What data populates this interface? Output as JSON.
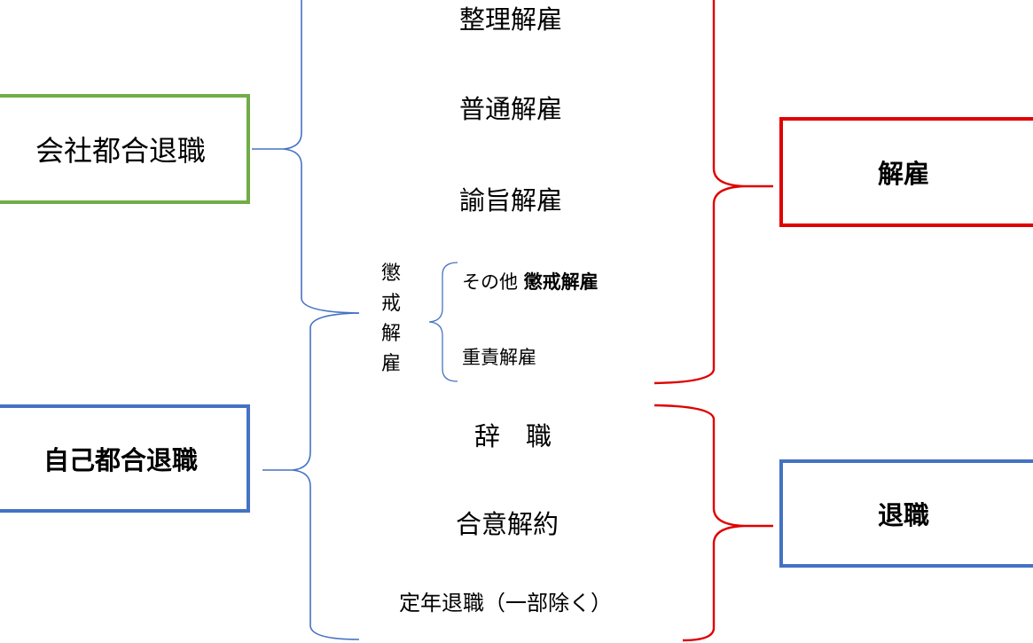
{
  "left_categories": {
    "company": "会社都合退職",
    "self": "自己都合退職"
  },
  "right_categories": {
    "dismissal": "解雇",
    "resignation": "退職"
  },
  "items": {
    "seiri": "整理解雇",
    "futsu": "普通解雇",
    "yushi": "諭旨解雇",
    "choukai_group": "懲戒解雇",
    "sonota_prefix": "その他",
    "sonota_bold": "懲戒解雇",
    "jusekinin": "重責解雇",
    "jishoku": "辞　職",
    "goui": "合意解約",
    "teinen": "定年退職（一部除く）"
  },
  "colors": {
    "green": "#70ad47",
    "blue": "#4472c4",
    "red": "#e00000"
  }
}
